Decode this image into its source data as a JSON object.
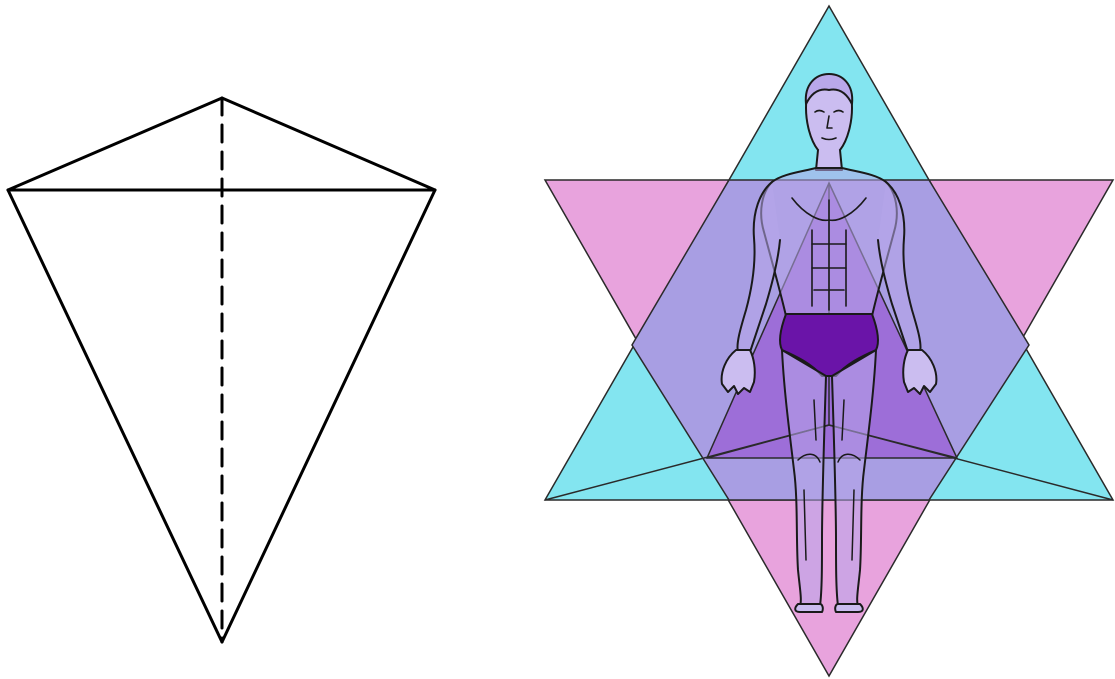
{
  "figure": {
    "background": "#ffffff",
    "left_diagram": {
      "subject": "tetrahedron-kite-outline",
      "stroke_color": "#000000",
      "hidden_edge_style": "dashed"
    },
    "right_diagram": {
      "subject": "star-tetrahedron-with-human-figure",
      "upward_triangle_fill": "#7fe3ef",
      "downward_triangle_fill": "#e59ad9",
      "overlap_fill": "#a79be0",
      "inner_triangle_fill": "#9a68d6",
      "figure_outline_color": "#1a1a1a",
      "briefs_color": "#6a14a8",
      "skin_color": "#c8bcef"
    }
  }
}
